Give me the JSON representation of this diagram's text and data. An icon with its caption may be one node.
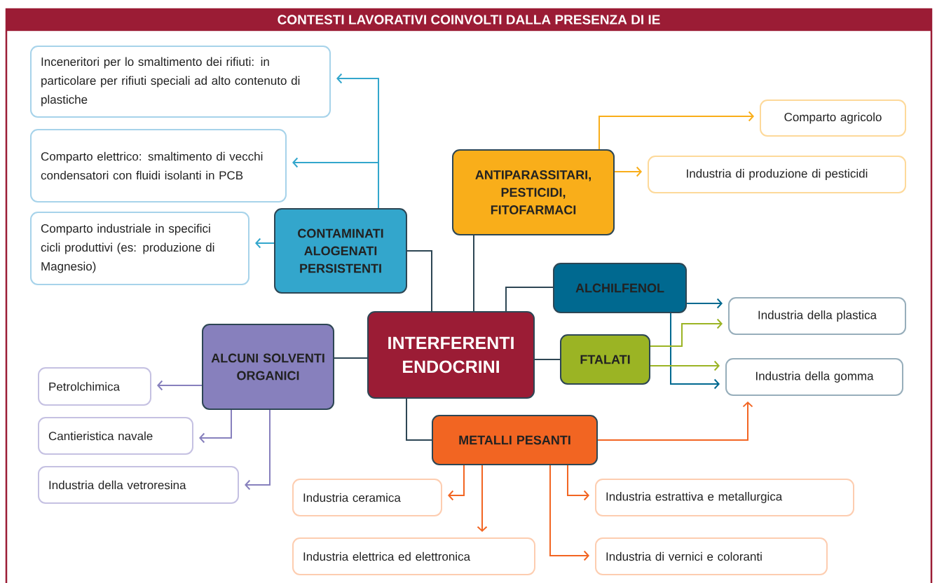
{
  "diagram": {
    "title": "CONTESTI LAVORATIVI COINVOLTI DALLA PRESENZA DI IE",
    "nodes": [
      {
        "text": [
          "INTERFERENTI ENDOCRINI"
        ]
      },
      {
        "text": [
          "CONTAMINATI ALOGENATI PERSISTENTI"
        ]
      },
      {
        "text": [
          "ANTIPARASSITARI, PESTICIDI, FITOFARMACI"
        ]
      },
      {
        "text": [
          "ALCHILFENOL"
        ]
      },
      {
        "text": [
          "FTALATI"
        ]
      },
      {
        "text": [
          "ALCUNI SOLVENTI ORGANICI"
        ]
      },
      {
        "text": [
          "METALLI PESANTI"
        ]
      },
      {
        "text": [
          "Inceneritori per lo smaltimento dei rifiuti: in particolare per rifiuti speciali ad alto contenuto di plastiche"
        ]
      },
      {
        "text": [
          "Comparto elettrico: smaltimento di vecchi condensatori con fluidi isolanti in PCB"
        ]
      },
      {
        "text": [
          "Comparto industriale in specifici cicli produttivi (es: produzione di Magnesio)"
        ]
      },
      {
        "text": [
          "Comparto agricolo"
        ]
      },
      {
        "text": [
          "Industria di produzione di pesticidi"
        ]
      },
      {
        "text": [
          "Industria della plastica"
        ]
      },
      {
        "text": [
          "Industria della gomma"
        ]
      },
      {
        "text": [
          "Petrolchimica"
        ]
      },
      {
        "text": [
          "Cantieristica navale"
        ]
      },
      {
        "text": [
          "Industria della vetroresina"
        ]
      },
      {
        "text": [
          "Industria ceramica"
        ]
      },
      {
        "text": [
          "Industria elettrica ed elettronica"
        ]
      },
      {
        "text": [
          "Industria estrattiva e metallurgica"
        ]
      },
      {
        "text": [
          "Industria di vernici e coloranti"
        ]
      }
    ],
    "edges": [
      {
        "from": 0,
        "to": 1,
        "arrow": "none",
        "color": "#2d4654"
      },
      {
        "from": 0,
        "to": 2,
        "arrow": "none",
        "color": "#2d4654"
      },
      {
        "from": 0,
        "to": 3,
        "arrow": "none",
        "color": "#2d4654"
      },
      {
        "from": 0,
        "to": 4,
        "arrow": "none",
        "color": "#2d4654"
      },
      {
        "from": 0,
        "to": 5,
        "arrow": "none",
        "color": "#2d4654"
      },
      {
        "from": 0,
        "to": 6,
        "arrow": "none",
        "color": "#2d4654"
      },
      {
        "from": 1,
        "to": 7,
        "arrow": "to",
        "color": "#33a6cc"
      },
      {
        "from": 1,
        "to": 8,
        "arrow": "to",
        "color": "#33a6cc"
      },
      {
        "from": 1,
        "to": 9,
        "arrow": "to",
        "color": "#33a6cc"
      },
      {
        "from": 2,
        "to": 10,
        "arrow": "to",
        "color": "#f9ae1a"
      },
      {
        "from": 2,
        "to": 11,
        "arrow": "to",
        "color": "#f9ae1a"
      },
      {
        "from": 3,
        "to": 12,
        "arrow": "to",
        "color": "#006990"
      },
      {
        "from": 3,
        "to": 13,
        "arrow": "to",
        "color": "#006990"
      },
      {
        "from": 4,
        "to": 12,
        "arrow": "to",
        "color": "#9bb424"
      },
      {
        "from": 4,
        "to": 13,
        "arrow": "to",
        "color": "#9bb424"
      },
      {
        "from": 5,
        "to": 14,
        "arrow": "to",
        "color": "#8780bd"
      },
      {
        "from": 5,
        "to": 15,
        "arrow": "to",
        "color": "#8780bd"
      },
      {
        "from": 5,
        "to": 16,
        "arrow": "to",
        "color": "#8780bd"
      },
      {
        "from": 6,
        "to": 13,
        "arrow": "to",
        "color": "#f26522"
      },
      {
        "from": 6,
        "to": 17,
        "arrow": "to",
        "color": "#f26522"
      },
      {
        "from": 6,
        "to": 18,
        "arrow": "to",
        "color": "#f26522"
      },
      {
        "from": 6,
        "to": 19,
        "arrow": "to",
        "color": "#f26522"
      },
      {
        "from": 6,
        "to": 20,
        "arrow": "to",
        "color": "#f26522"
      }
    ]
  }
}
